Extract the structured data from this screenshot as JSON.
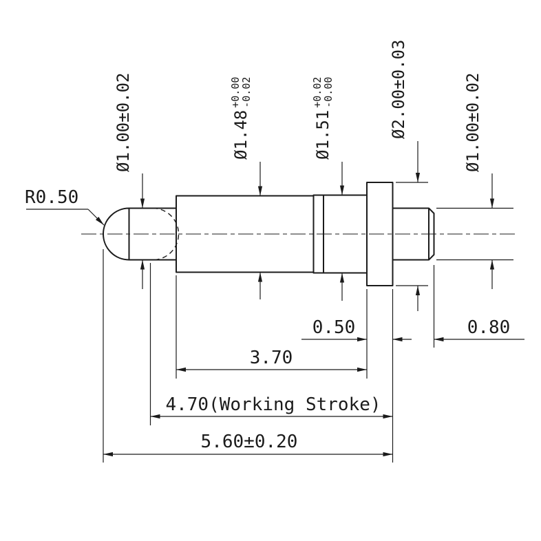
{
  "drawing": {
    "type_note": "pogo-pin dimensioned side view",
    "radius_label": "R0.50",
    "dia_labels": [
      {
        "text": "Ø1.00±0.02"
      },
      {
        "text": "Ø1.48",
        "tol_upper": "+0.00",
        "tol_lower": "-0.02"
      },
      {
        "text": "Ø1.51",
        "tol_upper": "+0.02",
        "tol_lower": "-0.00"
      },
      {
        "text": "Ø2.00±0.03"
      },
      {
        "text": "Ø1.00±0.02"
      }
    ],
    "length_dims": [
      {
        "text": "0.50"
      },
      {
        "text": "0.80"
      },
      {
        "text": "3.70"
      },
      {
        "text": "4.70(Working Stroke)"
      },
      {
        "text": "5.60±0.20"
      }
    ],
    "colors": {
      "line": "#1b1b1b",
      "background": "#ffffff"
    }
  }
}
